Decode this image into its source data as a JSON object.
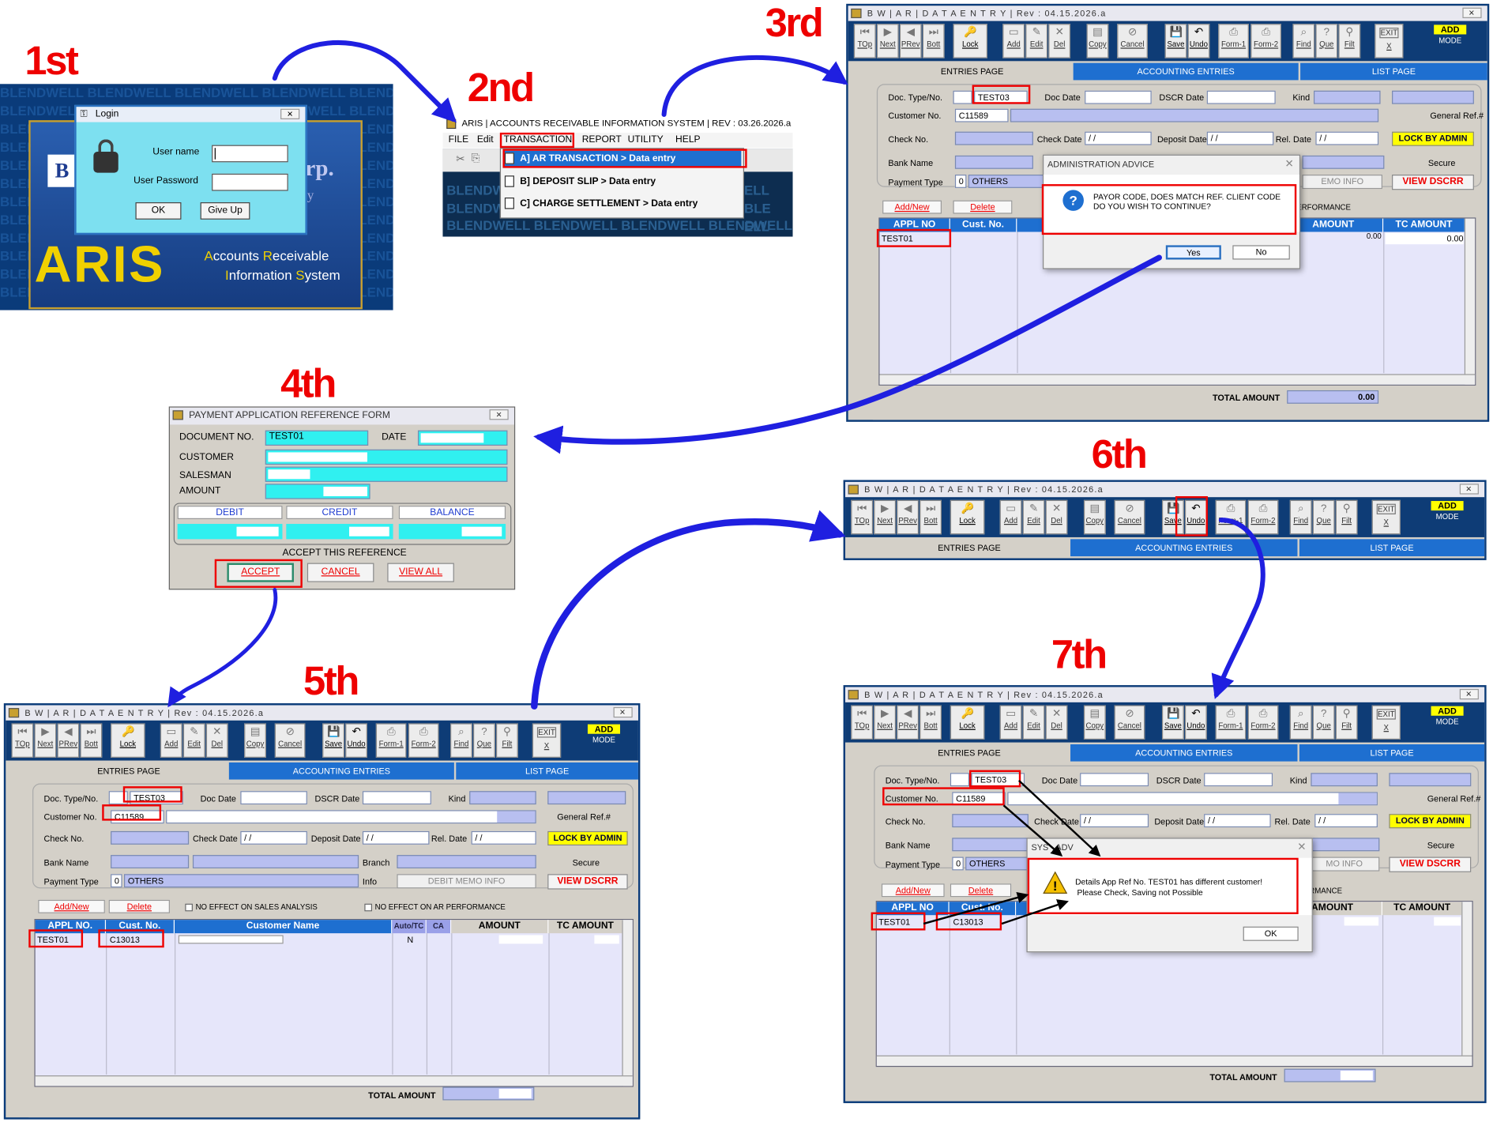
{
  "steps": {
    "s1": "1st",
    "s2": "2nd",
    "s3": "3rd",
    "s4": "4th",
    "s5": "5th",
    "s6": "6th",
    "s7": "7th"
  },
  "colors": {
    "accent_red": "#ee0000",
    "toolbar": "#0e3c76",
    "tab_blue": "#1e6fd0",
    "arrow_blue": "#1f1fe0"
  },
  "bg_text": "BLENDWELL BLENDWELL BLENDWELL BLENDWELL BLENDWELL BLENDWELL",
  "login": {
    "title": "Login",
    "user_label": "User name",
    "pass_label": "User Password",
    "ok": "OK",
    "giveup": "Give Up",
    "brand_big": "ARIS",
    "brand_l1_a": "A",
    "brand_l1_b": "ccounts ",
    "brand_l1_c": "R",
    "brand_l1_d": "eceivable",
    "brand_l2_a": "I",
    "brand_l2_b": "nformation ",
    "brand_l2_c": "S",
    "brand_l2_d": "ystem",
    "logo_left": "B",
    "logo_right": "rp.",
    "logo_small": "y"
  },
  "menu": {
    "title": "ARIS | ACCOUNTS RECEIVABLE INFORMATION SYSTEM  |  REV : 03.26.2026.a",
    "items": [
      "FILE",
      "Edit",
      "TRANSACTION",
      "REPORT",
      "UTILITY",
      "HELP"
    ],
    "dropdown": [
      "A] AR TRANSACTION > Data entry",
      "B] DEPOSIT SLIP > Data entry",
      "C] CHARGE SETTLEMENT > Data entry"
    ],
    "bg_left": "BLENDW",
    "bg_right": "ELL BLE"
  },
  "win": {
    "title": "B W  |  A R  |   D A T A  E N T R Y  |  Rev : 04.15.2026.a",
    "tb": {
      "top": "TOp",
      "next": "Next",
      "prev": "PRev",
      "bott": "Bott",
      "lock": "Lock",
      "add": "Add",
      "edit": "Edit",
      "del": "Del",
      "copy": "Copy",
      "cancel": "Cancel",
      "save": "Save",
      "undo": "Undo",
      "form1": "Form-1",
      "form2": "Form-2",
      "find": "Find",
      "que": "Que",
      "filt": "Filt",
      "exit": "EXIT",
      "x": "X",
      "add_mode_a": "ADD",
      "add_mode_b": "MODE"
    },
    "tabs": {
      "entries": "ENTRIES PAGE",
      "accounting": "ACCOUNTING ENTRIES",
      "list": "LIST PAGE"
    },
    "labels": {
      "doc_type": "Doc. Type/No.",
      "doc_date": "Doc Date",
      "dscr_date": "DSCR Date",
      "kind": "Kind",
      "cust_no": "Customer No.",
      "general_ref": "General Ref.#",
      "check_no": "Check No.",
      "check_date": "Check Date",
      "deposit_date": "Deposit Date",
      "rel_date": "Rel. Date",
      "bank_name": "Bank Name",
      "branch": "Branch",
      "secure": "Secure",
      "payment_type": "Payment Type",
      "info": "Info",
      "others": "OTHERS",
      "zero": "0",
      "slash": " / /"
    },
    "buttons": {
      "lock_admin": "LOCK BY ADMIN",
      "view_dscrr": "VIEW DSCRR",
      "debit_memo": "DEBIT MEMO INFO",
      "memo_part": "EMO INFO",
      "memo_part2": "MO INFO",
      "addnew": "Add/New",
      "delete": "Delete"
    },
    "checks": {
      "sales": "NO EFFECT ON SALES ANALYSIS",
      "ar": "NO EFFECT ON AR PERFORMANCE",
      "ar_part": "ERFORMANCE",
      "ar_part2": "ORMANCE"
    },
    "grid": {
      "appl": "APPL NO.",
      "appl_short": "APPL NO",
      "cust": "Cust. No.",
      "name": "Customer Name",
      "auto": "Auto/TC",
      "ca": "CA",
      "amount": "AMOUNT",
      "tc": "TC AMOUNT"
    },
    "total_label": "TOTAL AMOUNT"
  },
  "w3": {
    "doc_no": "TEST03",
    "cust_no": "C11589",
    "row_appl": "TEST01",
    "row_amount": "0.00",
    "row_tc": "0.00",
    "total": "0.00",
    "dialog": {
      "title": "ADMINISTRATION ADVICE",
      "msg1": "PAYOR CODE, DOES MATCH REF. CLIENT CODE",
      "msg2": "DO YOU WISH TO CONTINUE?",
      "yes": "Yes",
      "no": "No"
    }
  },
  "pay": {
    "title": "PAYMENT APPLICATION REFERENCE FORM",
    "doc_label": "DOCUMENT NO.",
    "doc_val": "TEST01",
    "date_label": "DATE",
    "cust_label": "CUSTOMER",
    "sales_label": "SALESMAN",
    "amount_label": "AMOUNT",
    "debit": "DEBIT",
    "credit": "CREDIT",
    "balance": "BALANCE",
    "accept_caption": "ACCEPT THIS REFERENCE",
    "accept": "ACCEPT",
    "cancel": "CANCEL",
    "viewall": "VIEW ALL"
  },
  "w5": {
    "doc_no": "TEST03",
    "cust_no": "C11589",
    "row_appl": "TEST01",
    "row_cust": "C13013",
    "row_auto": "N"
  },
  "w7": {
    "doc_no": "TEST03",
    "cust_no": "C11589",
    "row_appl": "TEST01",
    "row_cust": "C13013",
    "dialog": {
      "title": "SYSTEM ADVICE",
      "title_part": "SYS",
      "title_part2": "ADV",
      "msg1": "Details App Ref No. TEST01     has different customer!",
      "msg2": "Please Check, Saving not Possible",
      "ok": "OK"
    }
  }
}
